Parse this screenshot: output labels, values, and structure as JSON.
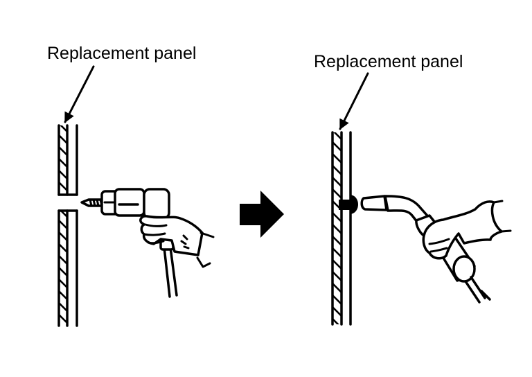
{
  "figure": {
    "description": "Replacement panel procedure: drill hole in replacement panel, then plug weld",
    "colors": {
      "line": "#000000",
      "background": "#ffffff"
    }
  },
  "left_panel": {
    "label": "Replacement panel",
    "step": "drilling",
    "tool_icon": "air-drill-icon"
  },
  "transition": {
    "icon": "right-arrow-icon"
  },
  "right_panel": {
    "label": "Replacement panel",
    "step": "plug-welding",
    "tool_icon": "mig-welding-torch-icon"
  }
}
